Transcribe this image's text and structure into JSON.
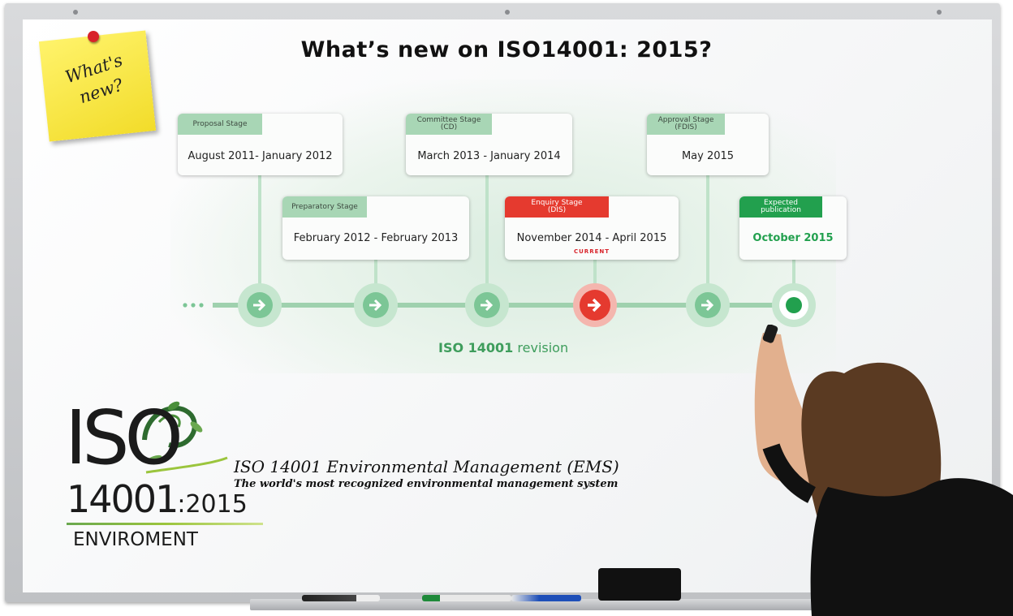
{
  "title": "What’s new on ISO14001: 2015?",
  "sticky_note": {
    "line1": "What's",
    "line2": "new?"
  },
  "stages": [
    {
      "tag": "Proposal Stage",
      "date": "August 2011- January 2012",
      "style": "normal"
    },
    {
      "tag": "Preparatory Stage",
      "date": "February 2012 - February 2013",
      "style": "normal"
    },
    {
      "tag": "Committee Stage\n(CD)",
      "date": "March 2013 - January 2014",
      "style": "normal"
    },
    {
      "tag": "Enquiry Stage\n(DIS)",
      "date": "November 2014 - April 2015",
      "style": "current",
      "badge": "CURRENT"
    },
    {
      "tag": "Approval Stage\n(FDIS)",
      "date": "May 2015",
      "style": "normal"
    },
    {
      "tag": "Expected\npublication",
      "date": "October 2015",
      "style": "expected"
    }
  ],
  "timeline_label_bold": "ISO 14001",
  "timeline_label_rest": " revision",
  "logo": {
    "iso": "ISO",
    "number": "14001",
    "year": ":2015",
    "env": "ENVIROMENT"
  },
  "tagline": "ISO 14001 Environmental Management (EMS)",
  "subtagline": "The world's most recognized environmental management system",
  "colors": {
    "light_green": "#a8d6b5",
    "accent_green": "#22a04e",
    "current_red": "#e53a2f",
    "line_green": "#7cc696"
  }
}
